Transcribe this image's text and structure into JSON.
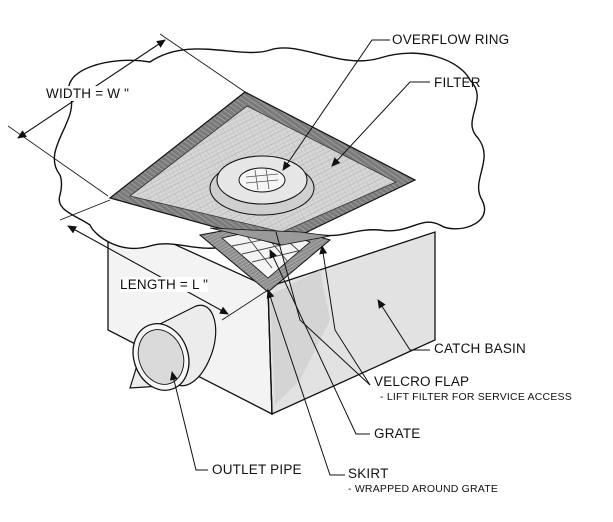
{
  "labels": {
    "overflow_ring": "OVERFLOW RING",
    "filter": "FILTER",
    "width": "WIDTH  =  W \"",
    "length": "LENGTH  =  L \"",
    "catch_basin": "CATCH BASIN",
    "velcro_flap": "VELCRO FLAP",
    "velcro_flap_note": "- LIFT FILTER FOR SERVICE ACCESS",
    "grate": "GRATE",
    "outlet_pipe": "OUTLET PIPE",
    "skirt": "SKIRT",
    "skirt_note": "- WRAPPED AROUND GRATE"
  },
  "colors": {
    "line": "#111111",
    "filter_border": "#8a8a8a",
    "filter_mesh": "#cfcfcf",
    "basin_side_light": "#f2f2f2",
    "basin_side_shade": "#dcdcdc"
  }
}
